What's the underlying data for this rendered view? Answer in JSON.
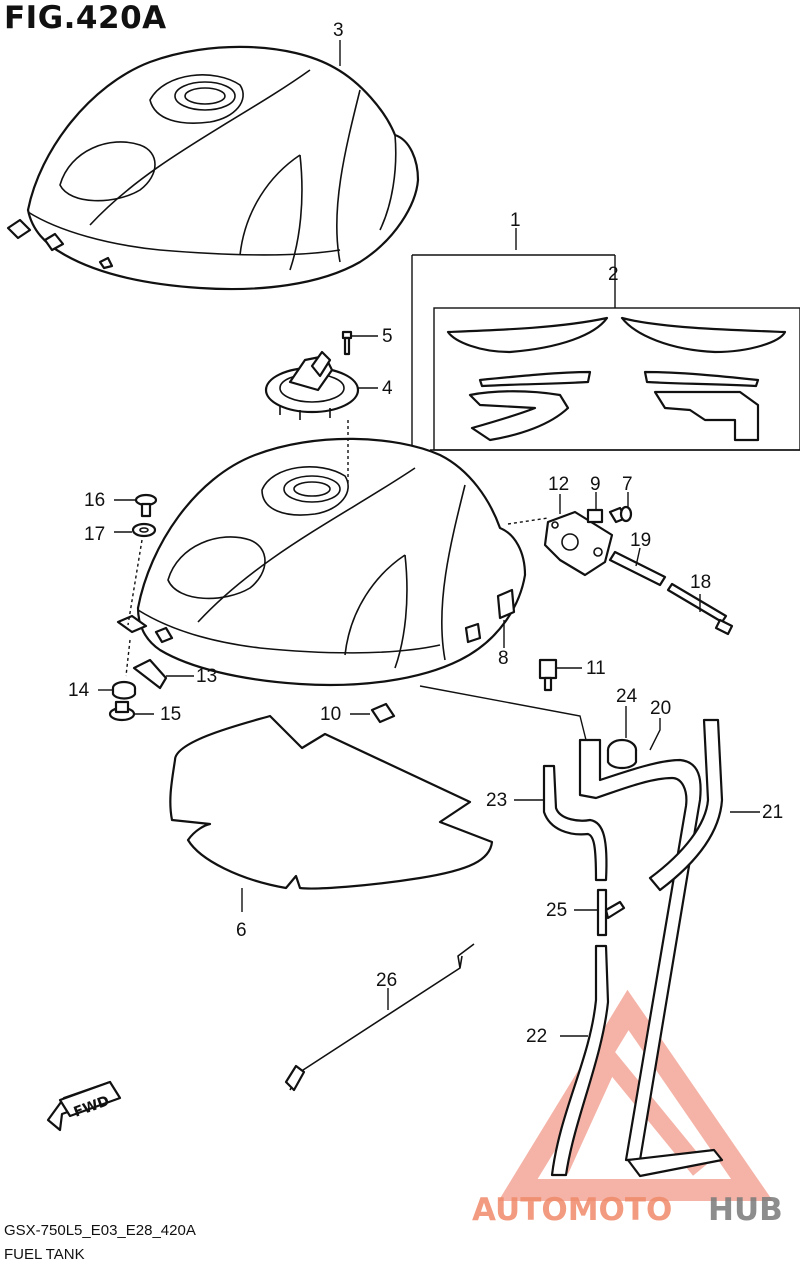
{
  "figure": {
    "title": "FIG.420A",
    "model_code": "GSX-750L5_E03_E28_420A",
    "section_name": "FUEL TANK",
    "fwd_label": "FWD"
  },
  "watermark": {
    "text_part1": "AUTOMOTO",
    "text_part2": "HUB",
    "color_primary": "#f08a6a",
    "color_secondary": "#7a7a7a",
    "color_triangle": "#f29a8a"
  },
  "callouts": [
    {
      "id": "1",
      "label": "1"
    },
    {
      "id": "2",
      "label": "2"
    },
    {
      "id": "3",
      "label": "3"
    },
    {
      "id": "4",
      "label": "4"
    },
    {
      "id": "5",
      "label": "5"
    },
    {
      "id": "6",
      "label": "6"
    },
    {
      "id": "7",
      "label": "7"
    },
    {
      "id": "8",
      "label": "8"
    },
    {
      "id": "9",
      "label": "9"
    },
    {
      "id": "10",
      "label": "10"
    },
    {
      "id": "11",
      "label": "11"
    },
    {
      "id": "12",
      "label": "12"
    },
    {
      "id": "13",
      "label": "13"
    },
    {
      "id": "14",
      "label": "14"
    },
    {
      "id": "15",
      "label": "15"
    },
    {
      "id": "16",
      "label": "16"
    },
    {
      "id": "17",
      "label": "17"
    },
    {
      "id": "18",
      "label": "18"
    },
    {
      "id": "19",
      "label": "19"
    },
    {
      "id": "20",
      "label": "20"
    },
    {
      "id": "21",
      "label": "21"
    },
    {
      "id": "22",
      "label": "22"
    },
    {
      "id": "23",
      "label": "23"
    },
    {
      "id": "24",
      "label": "24"
    },
    {
      "id": "25",
      "label": "25"
    },
    {
      "id": "26",
      "label": "26"
    }
  ]
}
